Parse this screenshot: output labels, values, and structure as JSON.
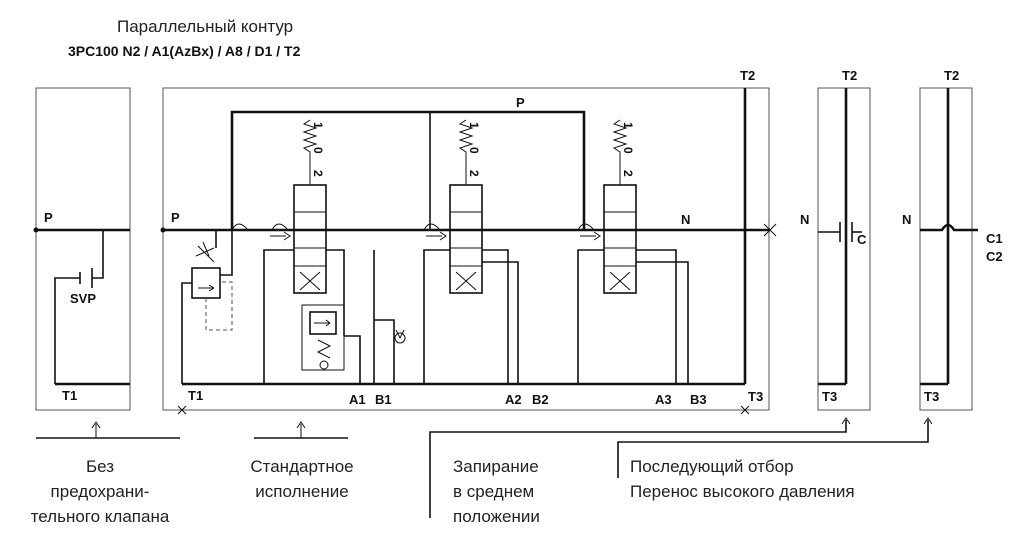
{
  "header": {
    "title": "Параллельный контур",
    "code": "3PC100 N2 / A1(AzBx) / A8 / D1 / T2"
  },
  "labels": {
    "p_main": "P",
    "p_inlet": "P",
    "p_left": "P",
    "svp": "SVP",
    "t1_left": "T1",
    "t1_main": "T1",
    "a1": "A1",
    "b1": "B1",
    "a2": "A2",
    "b2": "B2",
    "a3": "A3",
    "b3": "B3",
    "t3_main": "T3",
    "t2_main": "T2",
    "t2_c": "T2",
    "t3_c": "T3",
    "t2_e": "T2",
    "t3_e": "T3",
    "n_main": "N",
    "n_c": "N",
    "c": "C",
    "n_e": "N",
    "c1": "C1",
    "c2": "C2",
    "s1_pos": [
      "1",
      "0",
      "2"
    ],
    "s2_pos": [
      "1",
      "0",
      "2"
    ],
    "s3_pos": [
      "1",
      "0",
      "2"
    ]
  },
  "captions": {
    "no_relief": [
      "Без",
      "предохрани-",
      "тельного клапана"
    ],
    "standard": [
      "Стандартное",
      "исполнение"
    ],
    "lock": [
      "Запирание",
      "в среднем",
      "положении"
    ],
    "followup": [
      "Последующий отбор",
      "Перенос высокого давления"
    ]
  }
}
